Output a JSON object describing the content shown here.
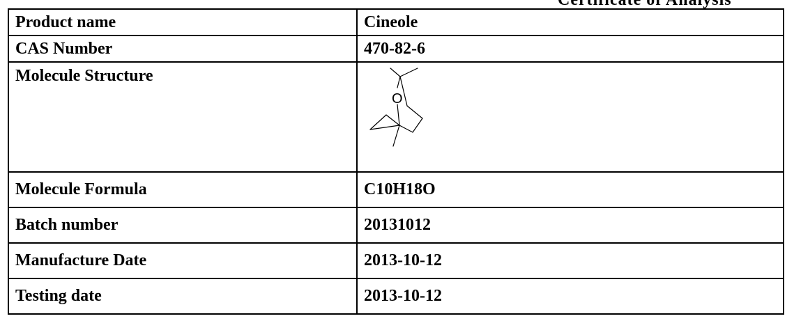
{
  "header_cut_text": "Certificate of Analysis",
  "rows": [
    {
      "label": "Product name",
      "value": "Cineole"
    },
    {
      "label": "CAS Number",
      "value": "470-82-6"
    },
    {
      "label": "Molecule Structure",
      "value": "",
      "image": "cineole-structure-diagram"
    },
    {
      "label": "Molecule Formula",
      "value": "C10H18O"
    },
    {
      "label": "Batch number",
      "value": "20131012"
    },
    {
      "label": "Manufacture Date",
      "value": "2013-10-12"
    },
    {
      "label": "Testing date",
      "value": "2013-10-12"
    }
  ],
  "structure": {
    "atom_label": "O"
  }
}
